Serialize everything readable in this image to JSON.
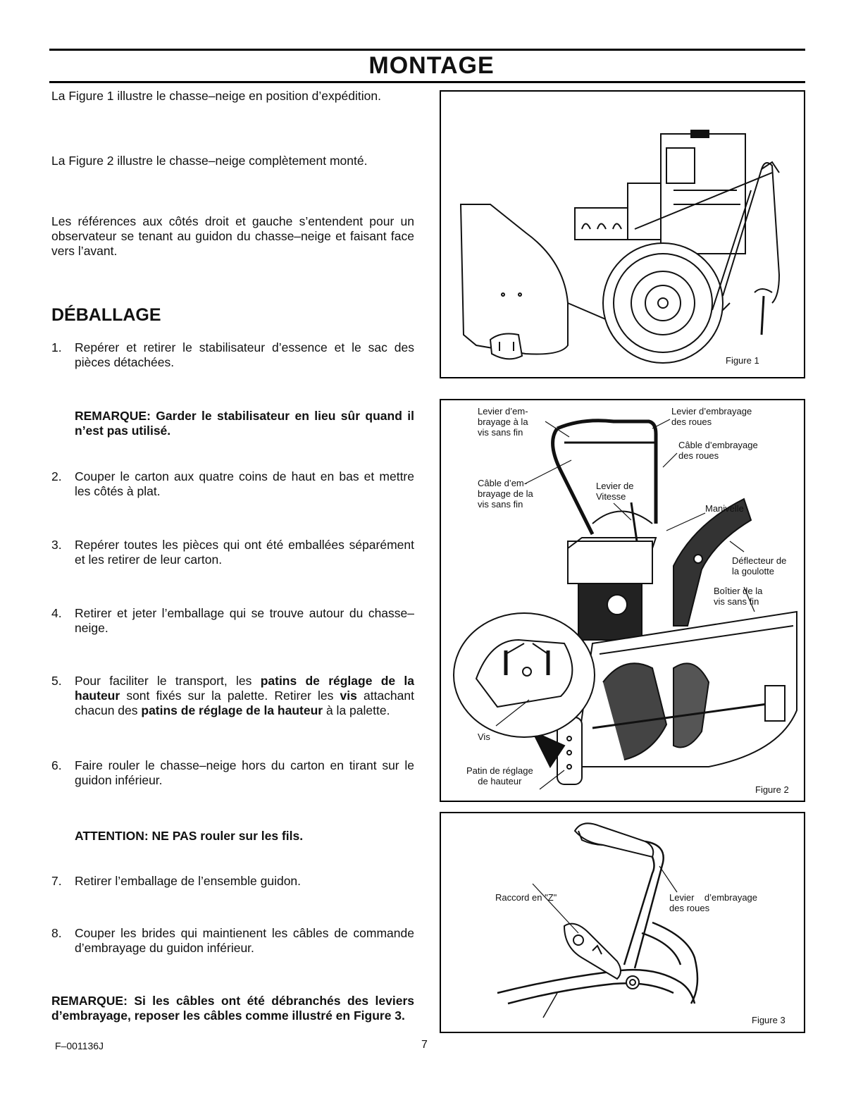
{
  "header": {
    "title": "MONTAGE"
  },
  "intro": {
    "p1": "La Figure 1 illustre le chasse–neige en position d’expédition.",
    "p2": "La Figure 2 illustre le chasse–neige complètement monté.",
    "p3": "Les références aux côtés droit et gauche s’entendent pour un observateur se tenant au guidon du chasse–neige et faisant face vers l’avant."
  },
  "section": {
    "heading": "DÉBALLAGE"
  },
  "steps": [
    {
      "num": "1.",
      "text": "Repérer et retirer le stabilisateur d’essence et le sac des pièces détachées."
    },
    {
      "num": "2.",
      "text": "Couper le carton aux quatre coins de haut en bas et mettre les côtés à plat."
    },
    {
      "num": "3.",
      "text": "Repérer toutes les pièces qui ont été emballées séparément et les retirer de leur carton."
    },
    {
      "num": "4.",
      "text": "Retirer et jeter l’emballage qui se trouve autour du chasse–neige."
    },
    {
      "num": "5.",
      "t1": "Pour faciliter le transport, les ",
      "b1": "patins de réglage de la hauteur",
      "t2": " sont fixés sur la palette. Retirer les ",
      "b2": "vis",
      "t3": " attachant chacun des ",
      "b3": "patins de réglage de la hauteur",
      "t4": " à la palette."
    },
    {
      "num": "6.",
      "text": "Faire rouler le chasse–neige hors du carton en tirant sur le guidon inférieur."
    },
    {
      "num": "7.",
      "text": "Retirer l’emballage de l’ensemble guidon."
    },
    {
      "num": "8.",
      "text": "Couper les brides qui maintienent les câbles de commande d’embrayage du guidon inférieur."
    }
  ],
  "notes": {
    "remarque1": "REMARQUE: Garder le stabilisateur en lieu sûr quand il n’est pas utilisé.",
    "attention": "ATTENTION: NE PAS rouler sur les fils.",
    "remarque2": "REMARQUE: Si les câbles ont été débranchés des leviers d’embrayage, reposer les câbles comme illustré en Figure 3."
  },
  "footer": {
    "code": "F–001136J",
    "page": "7"
  },
  "figure1": {
    "caption": "Figure 1"
  },
  "figure2": {
    "caption": "Figure 2",
    "labels": {
      "auger_lever": "Levier d’em-\nbrayage à la\nvis sans fin",
      "wheel_lever": "Levier d’embrayage\ndes roues",
      "wheel_cable": "Câble d’embrayage\ndes roues",
      "auger_cable": "Câble d’em-\nbrayage de la\nvis sans fin",
      "speed_lever": "Levier de\nVitesse",
      "crank": "Manivelle",
      "deflector": "Déflecteur de\nla goulotte",
      "housing": "Boîtier de la\nvis sans fin",
      "screw": "Vis",
      "skid": "Patin de réglage\nde hauteur"
    }
  },
  "figure3": {
    "caption": "Figure 3",
    "labels": {
      "z_fitting": "Raccord en \"Z\"",
      "wheel_lever": "Levier    d’embrayage\ndes roues"
    }
  }
}
